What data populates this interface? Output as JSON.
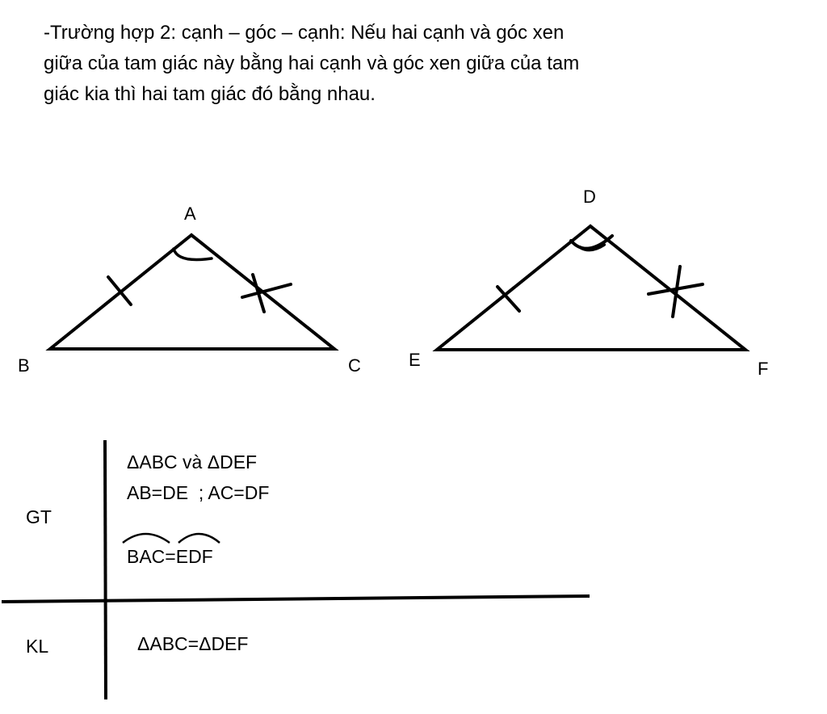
{
  "theorem": {
    "lines": [
      "-Trường hợp 2: cạnh – góc – cạnh: Nếu hai cạnh và góc xen",
      "giữa của tam giác này bằng hai cạnh và góc xen giữa của tam",
      "giác kia thì hai tam giác đó bằng nhau."
    ]
  },
  "figures": {
    "triangle_1": {
      "vertices": {
        "A": "A",
        "B": "B",
        "C": "C"
      }
    },
    "triangle_2": {
      "vertices": {
        "D": "D",
        "E": "E",
        "F": "F"
      }
    }
  },
  "table": {
    "gt_label": "GT",
    "kl_label": "KL",
    "gt_line1": "ΔABC và ΔDEF",
    "gt_line2": "AB=DE  ; AC=DF",
    "gt_line3": "BAC=EDF",
    "kl_line1": "ΔABC=ΔDEF"
  }
}
